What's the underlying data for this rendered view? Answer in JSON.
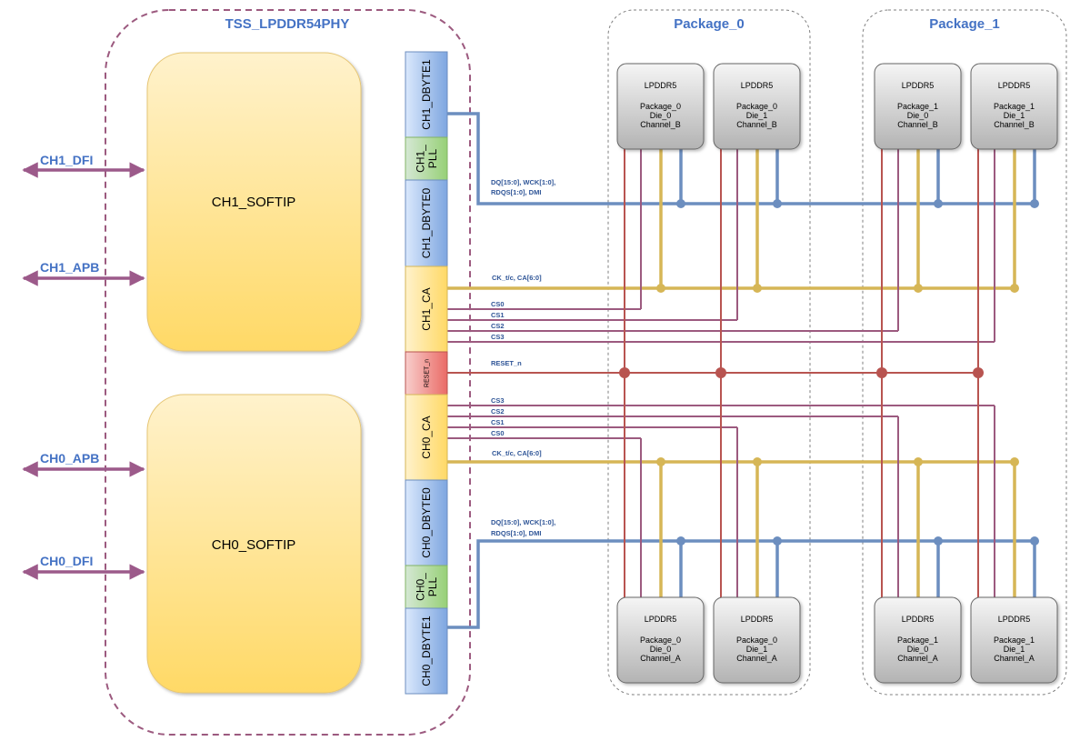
{
  "title": "TSS_LPDDR54PHY",
  "packages": [
    "Package_0",
    "Package_1"
  ],
  "softip": [
    "CH1_SOFTIP",
    "CH0_SOFTIP"
  ],
  "interfaces": [
    "CH1_DFI",
    "CH1_APB",
    "CH0_APB",
    "CH0_DFI"
  ],
  "phy_blocks": [
    "CH1_DBYTE1",
    "CH1_\nPLL",
    "CH1_DBYTE0",
    "CH1_CA",
    "RESET_n",
    "CH0_CA",
    "CH0_DBYTE0",
    "CH0_\nPLL",
    "CH0_DBYTE1"
  ],
  "bus_labels": {
    "dq_l1": "DQ[15:0], WCK[1:0],",
    "dq_l2": "RDQS[1:0], DMI",
    "ck": "CK_t/c, CA[6:0]",
    "cs0": "CS0",
    "cs1": "CS1",
    "cs2": "CS2",
    "cs3": "CS3",
    "reset": "RESET_n"
  },
  "dies": [
    [
      "LPDDR5",
      "Package_0",
      "Die_0",
      "Channel_B"
    ],
    [
      "LPDDR5",
      "Package_0",
      "Die_1",
      "Channel_B"
    ],
    [
      "LPDDR5",
      "Package_1",
      "Die_0",
      "Channel_B"
    ],
    [
      "LPDDR5",
      "Package_1",
      "Die_1",
      "Channel_B"
    ],
    [
      "LPDDR5",
      "Package_0",
      "Die_0",
      "Channel_A"
    ],
    [
      "LPDDR5",
      "Package_0",
      "Die_1",
      "Channel_A"
    ],
    [
      "LPDDR5",
      "Package_1",
      "Die_0",
      "Channel_A"
    ],
    [
      "LPDDR5",
      "Package_1",
      "Die_1",
      "Channel_A"
    ]
  ],
  "colors": {
    "dq_bus": "#6c8ebf",
    "ca_bus": "#d6b656",
    "cs_bus": "#9c5a7f",
    "reset_bus": "#b85450",
    "interface_arrow": "#9c5a8a",
    "label_blue": "#4472c4"
  }
}
